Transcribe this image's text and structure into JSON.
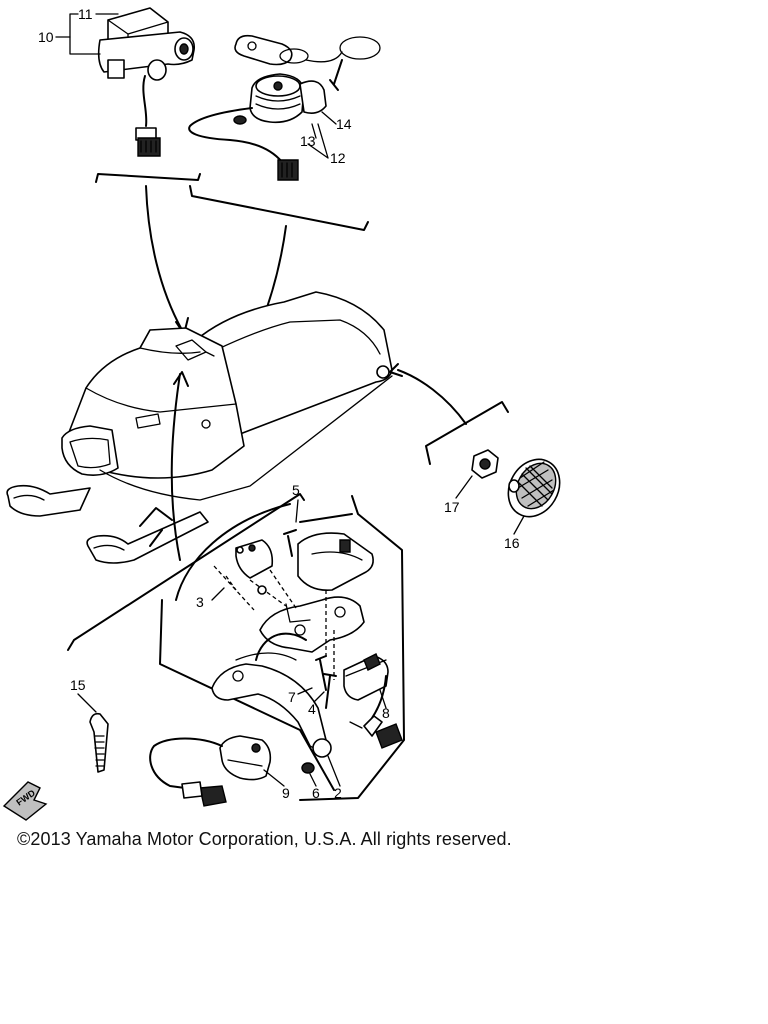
{
  "callouts": {
    "c10": "10",
    "c11": "11",
    "c13": "13",
    "c14": "14",
    "c12": "12",
    "c17": "17",
    "c16": "16",
    "c5": "5",
    "c3": "3",
    "c15": "15",
    "c7": "7",
    "c4": "4",
    "c8": "8",
    "c9": "9",
    "c6": "6",
    "c2": "2"
  },
  "fwd_label": "FWD",
  "copyright": "©2013 Yamaha Motor Corporation, U.S.A. All rights reserved."
}
